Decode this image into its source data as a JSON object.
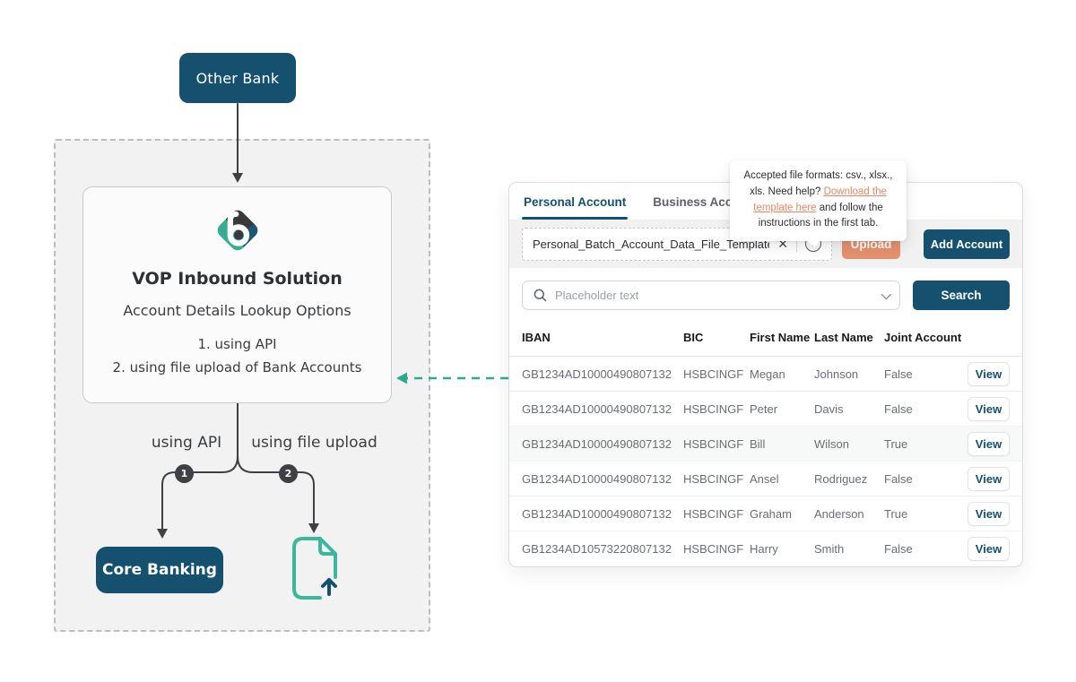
{
  "colors": {
    "navy": "#15506F",
    "salmon": "#E6916E",
    "teal": "#2FA98C",
    "charcoal": "#3E4043"
  },
  "diagram": {
    "other_bank": "Other Bank",
    "title": "VOP Inbound Solution",
    "subtitle": "Account Details Lookup Options",
    "options": {
      "option1": "1. using API",
      "option2": "2. using file upload of Bank Accounts"
    },
    "branches": {
      "api_label": "using API",
      "file_label": "using file upload",
      "api_number": "1",
      "file_number": "2"
    },
    "core_banking": "Core Banking"
  },
  "app": {
    "tabs": {
      "personal": "Personal Account",
      "business": "Business Account"
    },
    "tooltip": {
      "before_link": "Accepted file formats: csv., xlsx., xls. Need help? ",
      "link": "Download the template here",
      "after_link": " and follow the instructions in the first tab."
    },
    "upload": {
      "filename": "Personal_Batch_Account_Data_File_Template.csv",
      "clear": "✕",
      "help": "?",
      "upload_button": "Upload",
      "add_account_button": "Add Account"
    },
    "search": {
      "placeholder": "Placeholder text",
      "button": "Search"
    },
    "table": {
      "headers": {
        "iban": "IBAN",
        "bic": "BIC",
        "first": "First Name",
        "last": "Last Name",
        "joint": "Joint Account"
      },
      "view": "View",
      "rows": [
        {
          "iban": "GB1234AD10000490807132",
          "bic": "HSBCINGF",
          "first": "Megan",
          "last": "Johnson",
          "joint": "False"
        },
        {
          "iban": "GB1234AD10000490807132",
          "bic": "HSBCINGF",
          "first": "Peter",
          "last": "Davis",
          "joint": "False"
        },
        {
          "iban": "GB1234AD10000490807132",
          "bic": "HSBCINGF",
          "first": "Bill",
          "last": "Wilson",
          "joint": "True"
        },
        {
          "iban": "GB1234AD10000490807132",
          "bic": "HSBCINGF",
          "first": "Ansel",
          "last": "Rodriguez",
          "joint": "False"
        },
        {
          "iban": "GB1234AD10000490807132",
          "bic": "HSBCINGF",
          "first": "Graham",
          "last": "Anderson",
          "joint": "True"
        },
        {
          "iban": "GB1234AD10573220807132",
          "bic": "HSBCINGF",
          "first": "Harry",
          "last": "Smith",
          "joint": "False"
        }
      ]
    }
  }
}
